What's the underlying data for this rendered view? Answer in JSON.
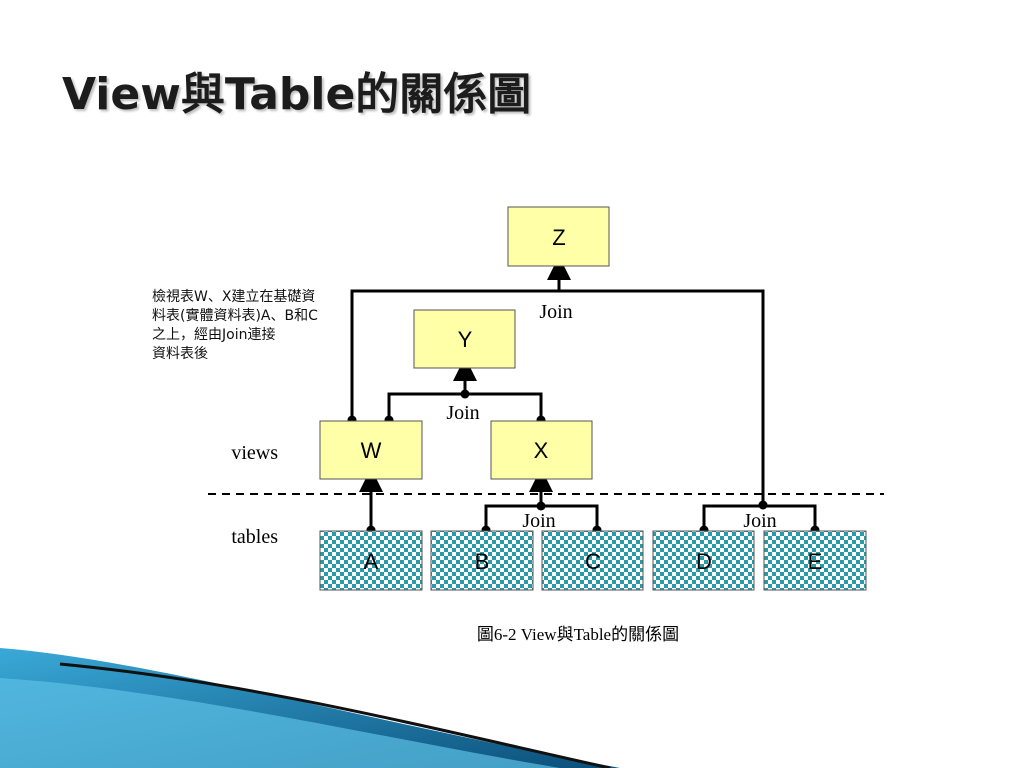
{
  "slide": {
    "title": "View與Table的關係圖"
  },
  "diagram": {
    "top_node": "Z",
    "mid_node": "Y",
    "views": [
      "W",
      "X"
    ],
    "tables": [
      "A",
      "B",
      "C",
      "D",
      "E"
    ],
    "join_label": "Join",
    "views_label": "views",
    "tables_label": "tables",
    "note": "檢視表W、X建立在基礎資\n料表(實體資料表)A、B和C\n之上，經由Join連接\n資料表後",
    "caption": "圖6-2 View與Table的關係圖"
  },
  "colors": {
    "view_fill": "#ffffa8",
    "table_fill": "#2a9aa8",
    "table_check": "#ffffff",
    "line": "#000000",
    "swoosh_dark": "#0b4f7a",
    "swoosh_light": "#3aa9d8"
  }
}
